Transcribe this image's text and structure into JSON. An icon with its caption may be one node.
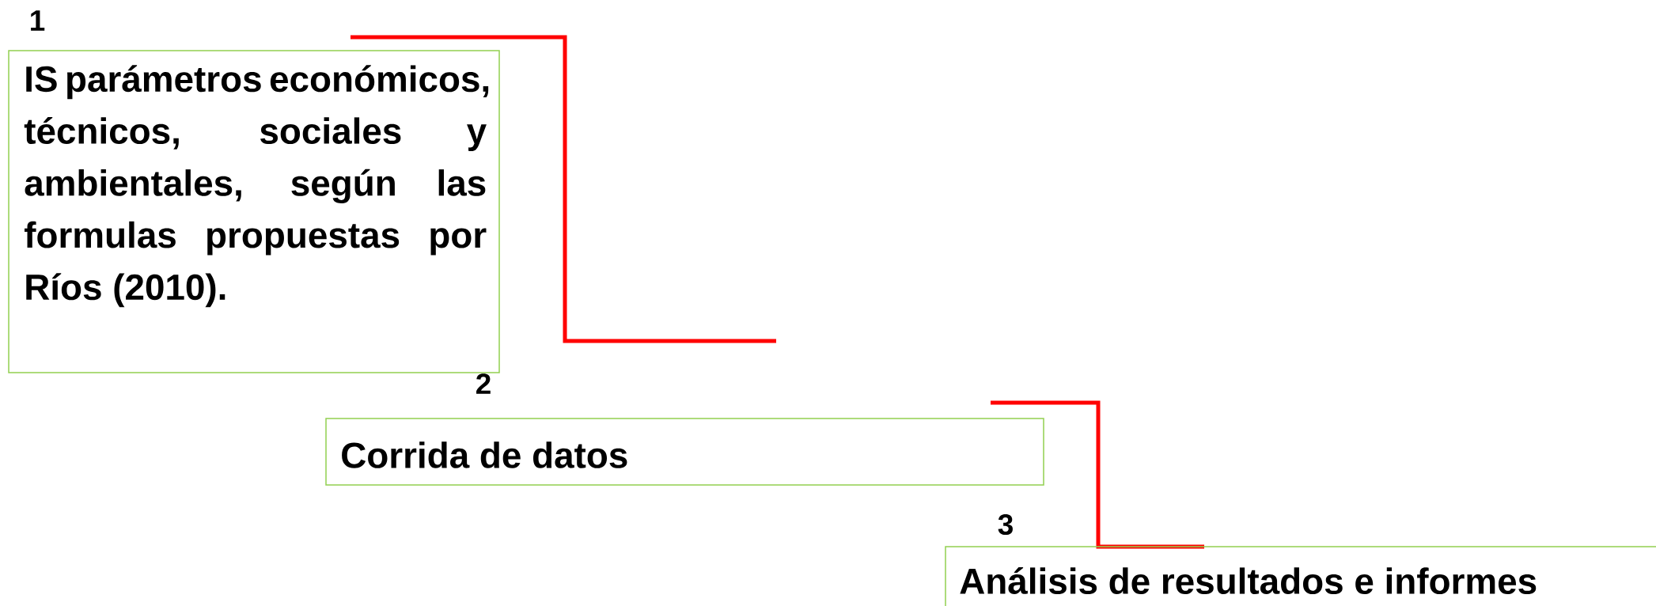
{
  "diagram": {
    "nodes": [
      {
        "text": [
          "1",
          "IS parámetros económicos, técnicos, sociales y ambientales, según las formulas propuestas por Ríos (2010)."
        ]
      },
      {
        "text": [
          "2",
          "Corrida de datos"
        ]
      },
      {
        "text": [
          "3",
          "Análisis de resultados e informes"
        ]
      }
    ]
  }
}
